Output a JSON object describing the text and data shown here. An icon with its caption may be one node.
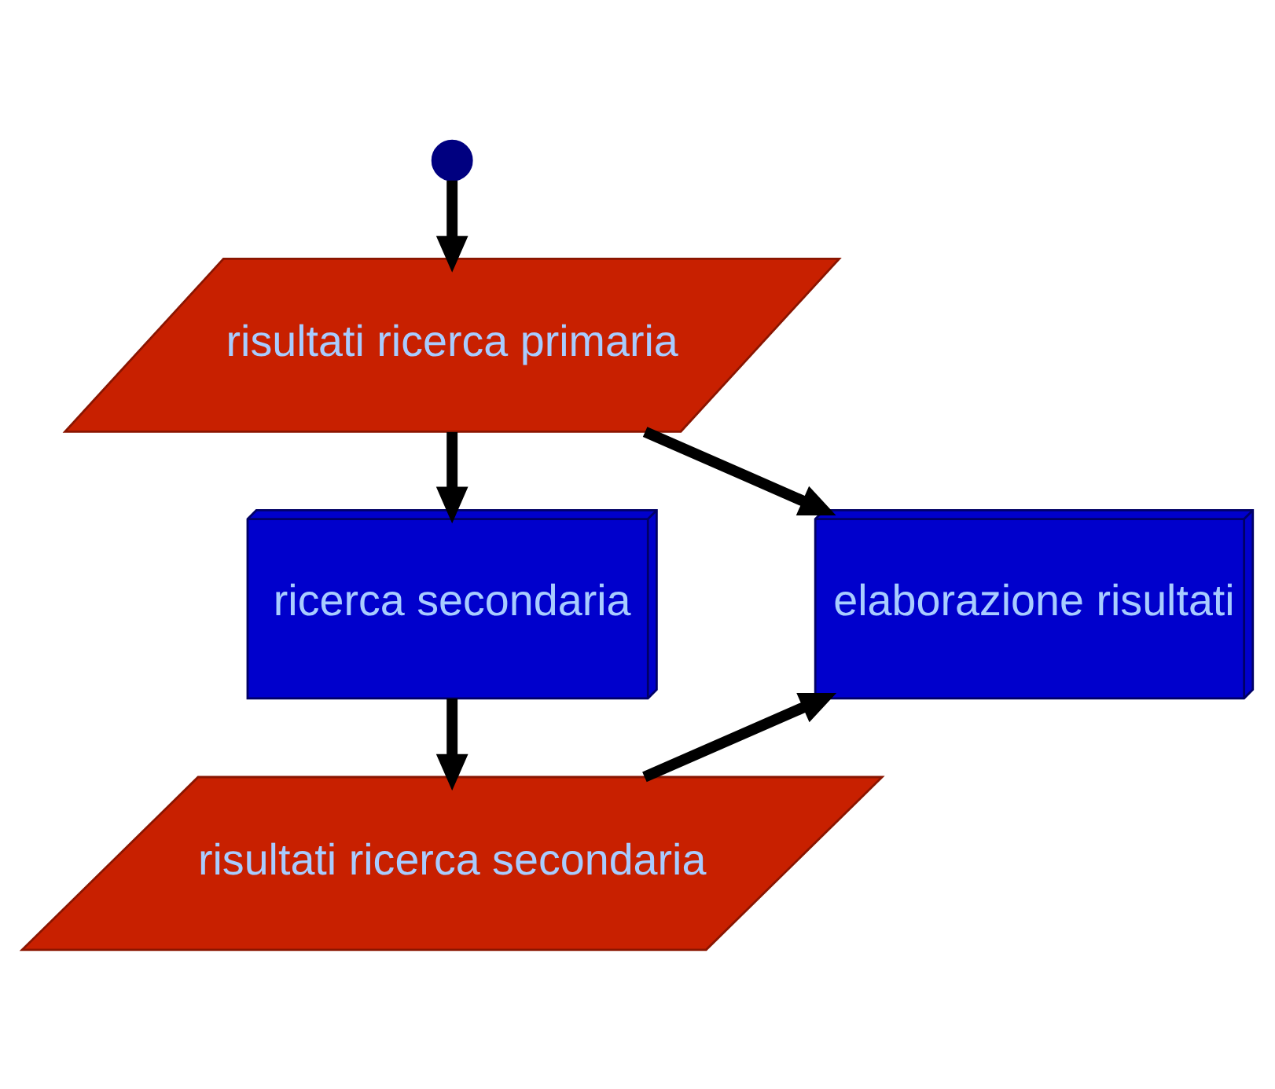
{
  "diagram": {
    "nodes": [
      {
        "text": [],
        "shape": "circle"
      },
      {
        "text": [
          "risultati ricerca primaria"
        ]
      },
      {
        "text": [
          "ricerca secondaria"
        ]
      },
      {
        "text": [
          "risultati ricerca secondaria"
        ]
      },
      {
        "text": [
          "elaborazione risultati"
        ]
      }
    ],
    "edges": [
      {
        "from": 0,
        "to": 1,
        "arrow": "to"
      },
      {
        "from": 1,
        "to": 2,
        "arrow": "to"
      },
      {
        "from": 2,
        "to": 3,
        "arrow": "to"
      },
      {
        "from": 1,
        "to": 4,
        "arrow": "to"
      },
      {
        "from": 3,
        "to": 4,
        "arrow": "to"
      }
    ]
  }
}
